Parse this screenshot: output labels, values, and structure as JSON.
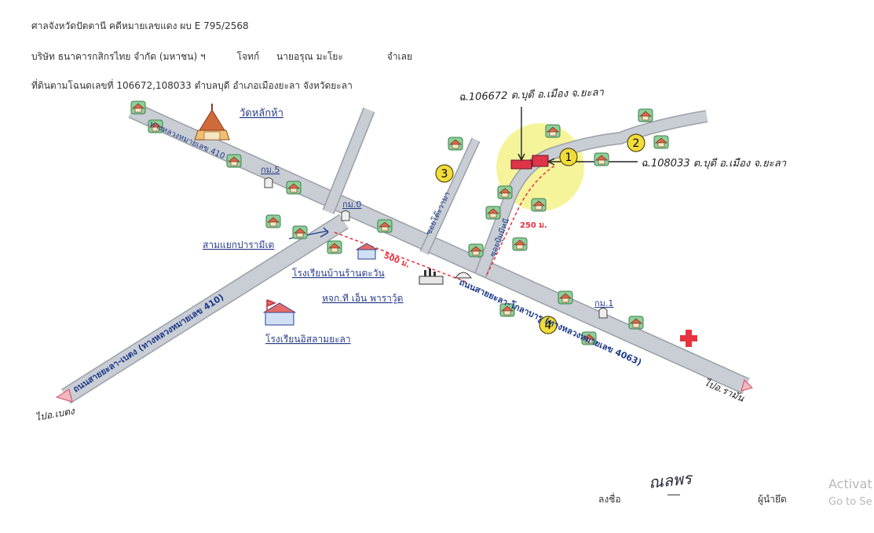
{
  "header": {
    "line1": "ศาลจังหวัดปัตตานี คดีหมายเลขแดง ผบ E 795/2568",
    "line2_company": "บริษัท ธนาคารกสิกรไทย จำกัด (มหาชน) ฯ",
    "line2_plaintiff": "โจทก์",
    "line2_person": "นายอรุณ มะโยะ",
    "line2_defendant": "จำเลย",
    "line3": "ที่ดินตามโฉนดเลขที่ 106672,108033 ตำบลบุดี อำเภอเมืองยะลา จังหวัดยะลา"
  },
  "map": {
    "handwritten_top": "ฉ.106672 ต.บุดี อ.เมือง จ.ยะลา",
    "handwritten_right": "ฉ.108033 ต.บุดี อ.เมือง จ.ยะลา",
    "temple": "วัดหลักห้า",
    "km5": "กม.5",
    "km0": "กม.0",
    "km1": "กม.1",
    "junction": "สามแยกปารามีเต",
    "school1": "โรงเรียนบ้านร้านตะวัน",
    "company": "หจก.ที เอ็น พาราวู้ด",
    "school2": "โรงเรียนอิสลามยะลา",
    "soi1": "ซอยโต๊ะวามา",
    "soi2": "ซอยปุ้มมีหนี",
    "road_main": "ถนนสายยะลา-โกลาบารู (ทางหลวงหมายเลข 4063)",
    "road_betong": "ถนนสายยะลา-เบตง (ทางหลวงหมายเลข 410)",
    "road_410": "ทางหลวงหมายเลข 410",
    "to_betong": "ไปอ.เบตง",
    "to_raman": "ไปอ.รามัน",
    "dist_500": "500 ม.",
    "dist_250": "250 ม.",
    "markers": [
      "1",
      "2",
      "3",
      "4"
    ]
  },
  "footer": {
    "sign_label": "ลงชื่อ",
    "signature": "ณลพร",
    "role": "ผู้นำยึด"
  },
  "watermark": {
    "line1": "Activat",
    "line2": "Go to Se"
  },
  "colors": {
    "road": "#c9cdd4",
    "road_edge": "#9aa0a8",
    "highlight": "#f4f28a",
    "marker": "#f0dc3c",
    "plot": "#e0344a",
    "red_route": "#e8323f",
    "hospital": "#e8323f",
    "label_blue": "#2b3f8c"
  }
}
